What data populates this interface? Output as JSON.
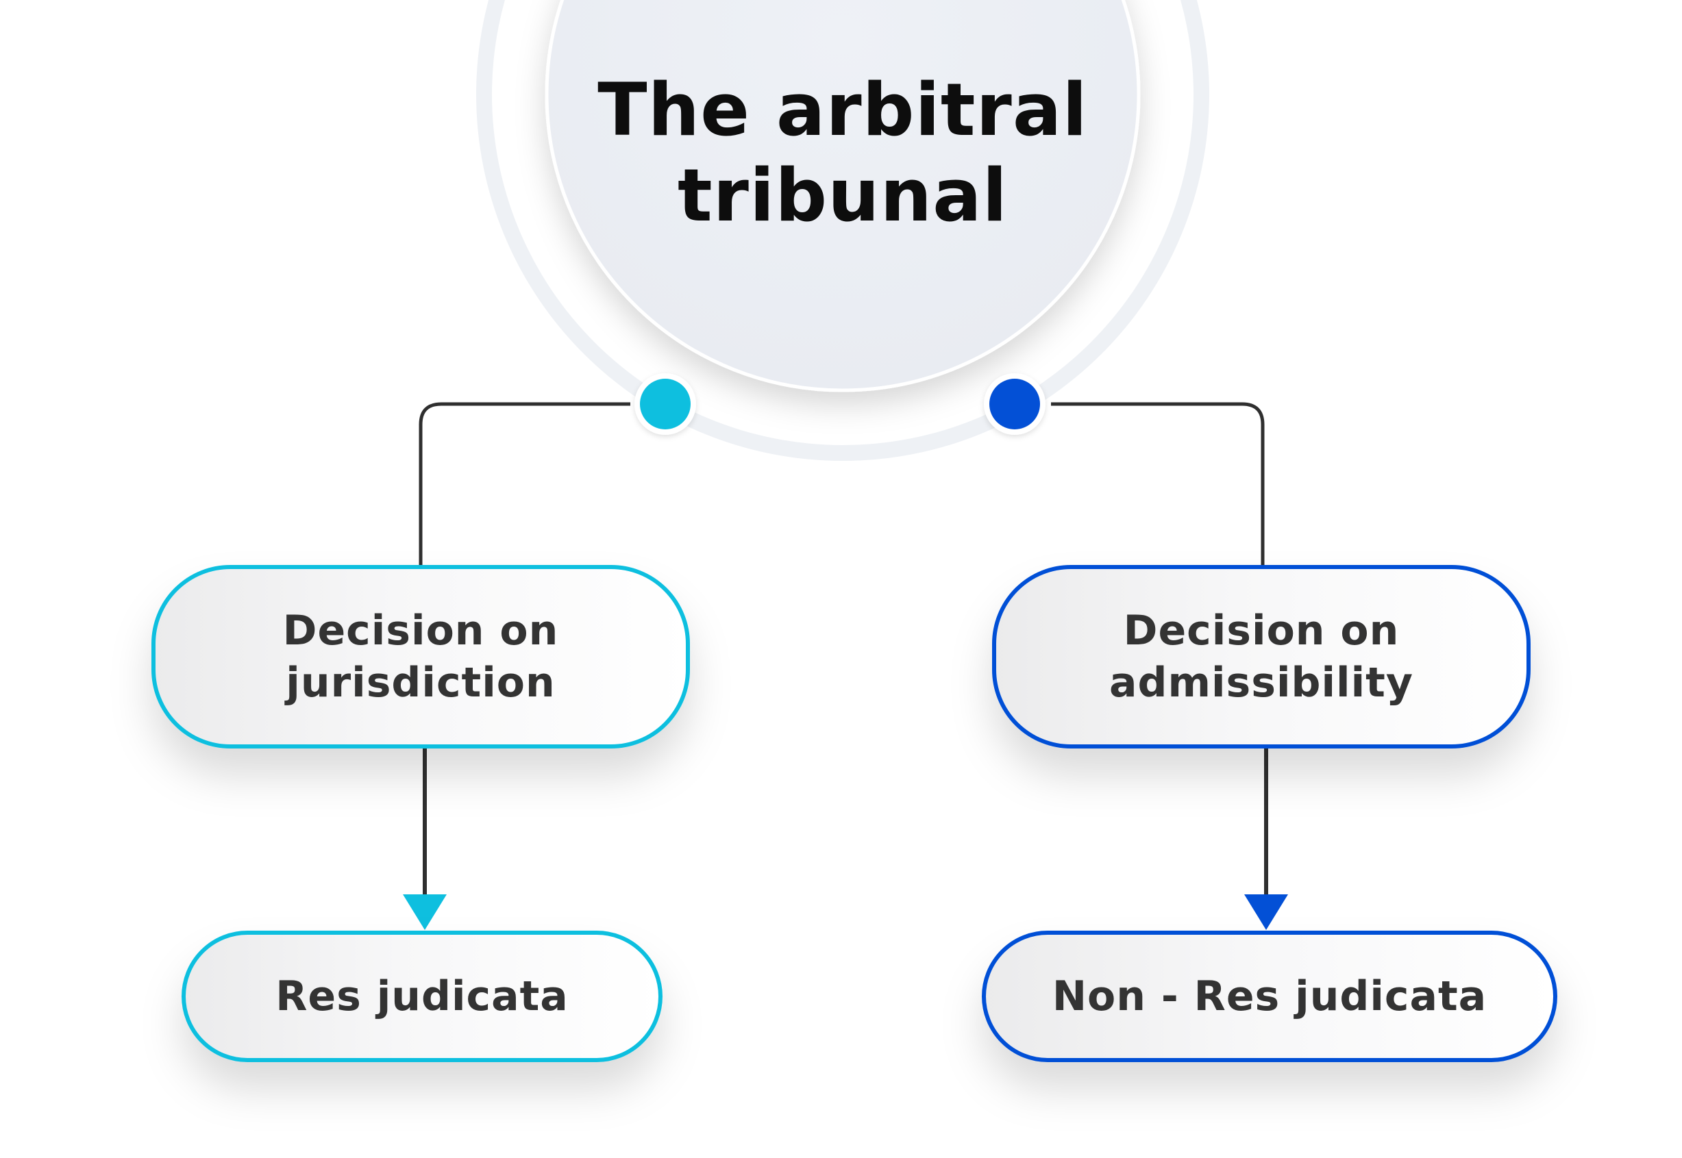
{
  "diagram": {
    "title": "The arbitral tribunal",
    "colors": {
      "left_accent": "#0ebfdf",
      "right_accent": "#0350d6",
      "connector": "#2f2f2f",
      "text": "#333333",
      "title_text": "#0d0d0d",
      "circle_fill": "#eceff4",
      "ring": "#eef1f5"
    },
    "branches": [
      {
        "decision": "Decision on jurisdiction",
        "outcome": "Res judicata",
        "accent": "left_accent"
      },
      {
        "decision": "Decision on admissibility",
        "outcome": "Non - Res judicata",
        "accent": "right_accent"
      }
    ]
  }
}
